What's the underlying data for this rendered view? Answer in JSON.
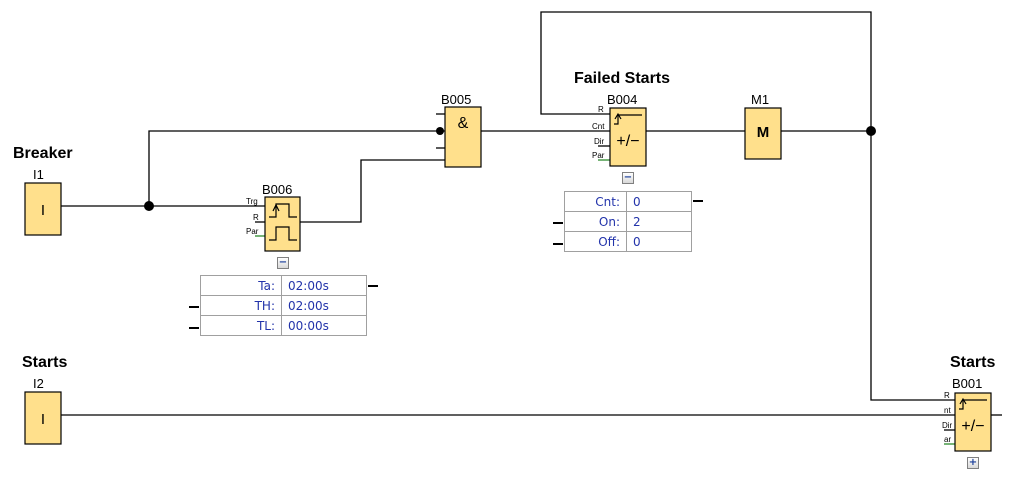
{
  "diagram": {
    "blocks": [
      {
        "id": "I1",
        "title": "Breaker",
        "symbol": "I",
        "type": "input"
      },
      {
        "id": "I2",
        "title": "Starts",
        "symbol": "I",
        "type": "input"
      },
      {
        "id": "B006",
        "type": "edge-triggered-wiping-relay",
        "pins": [
          "Trg",
          "R",
          "Par"
        ]
      },
      {
        "id": "B005",
        "type": "and",
        "symbol": "&"
      },
      {
        "id": "B004",
        "title": "Failed Starts",
        "type": "up-down-counter",
        "symbol": "+/-",
        "pins": [
          "R",
          "Cnt",
          "Dir",
          "Par"
        ]
      },
      {
        "id": "M1",
        "symbol": "M",
        "type": "flag"
      },
      {
        "id": "B001",
        "title": "Starts",
        "type": "up-down-counter",
        "symbol": "+/-",
        "pins": [
          "R",
          "nt",
          "Dir",
          "ar"
        ]
      }
    ],
    "labels": {
      "i1_title": "Breaker",
      "i1_id": "I1",
      "i1_symbol": "I",
      "i2_title": "Starts",
      "i2_id": "I2",
      "i2_symbol": "I",
      "b006_id": "B006",
      "b006_pin_trg": "Trg",
      "b006_pin_r": "R",
      "b006_pin_par": "Par",
      "b005_id": "B005",
      "b005_symbol": "&",
      "b004_title": "Failed Starts",
      "b004_id": "B004",
      "b004_pin_r": "R",
      "b004_pin_cnt": "Cnt",
      "b004_pin_dir": "Dir",
      "b004_pin_par": "Par",
      "b004_symbol": "+/−",
      "m1_id": "M1",
      "m1_symbol": "M",
      "b001_title": "Starts",
      "b001_id": "B001",
      "b001_pin_r": "R",
      "b001_pin_cnt": "nt",
      "b001_pin_dir": "Dir",
      "b001_pin_par": "ar",
      "b001_symbol": "+/−"
    },
    "b006_params": [
      {
        "key": "Ta:",
        "value": "02:00s"
      },
      {
        "key": "TH:",
        "value": "02:00s"
      },
      {
        "key": "TL:",
        "value": "00:00s"
      }
    ],
    "b004_params": [
      {
        "key": "Cnt:",
        "value": "0"
      },
      {
        "key": "On:",
        "value": "2"
      },
      {
        "key": "Off:",
        "value": "0"
      }
    ],
    "toggles": {
      "b006": "−",
      "b004": "−",
      "b001": "+"
    },
    "colors": {
      "block_fill": "#FFE08C",
      "param_text": "#2233AA",
      "par_wire": "#2E8B2E"
    }
  }
}
